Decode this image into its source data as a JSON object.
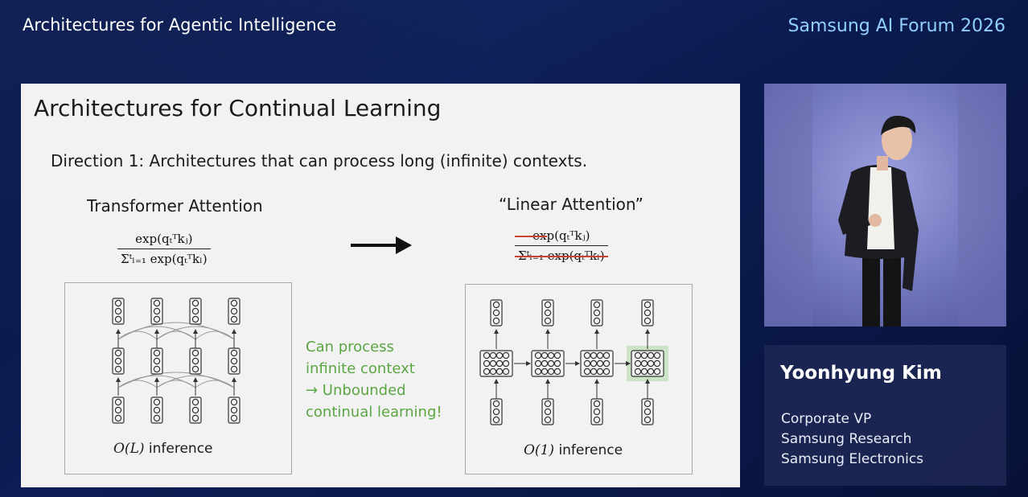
{
  "event": {
    "title": "Architectures for Agentic Intelligence",
    "brand": "Samsung AI Forum 2026"
  },
  "slide": {
    "title": "Architectures for Continual Learning",
    "direction": "Direction 1: Architectures that can process long (infinite) contexts.",
    "left": {
      "heading": "Transformer Attention",
      "formula_numerator": "exp(qₜᵀkⱼ)",
      "formula_denominator": "Σᵗₗ₌₁ exp(qₜᵀkₗ)",
      "inference_math": "O(L)",
      "inference_text": "inference"
    },
    "right": {
      "heading": "“Linear Attention”",
      "formula_numerator": "exp(qₜᵀkⱼ)",
      "formula_denominator": "Σᵗₗ₌₁ exp(qₜᵀkₗ)",
      "inference_math": "O(1)",
      "inference_text": "inference"
    },
    "benefit_lines": [
      "Can process",
      "infinite context",
      "→ Unbounded",
      "continual learning!"
    ],
    "arrow_icon": "right-arrow-icon"
  },
  "speaker": {
    "name": "Yoonhyung Kim",
    "lines": [
      "Corporate VP",
      "Samsung Research",
      "Samsung Electronics"
    ]
  },
  "colors": {
    "brand": "#8fd0ff",
    "benefit": "#5aa642",
    "strike": "#c8442e",
    "highlight": "#cde3c8"
  }
}
